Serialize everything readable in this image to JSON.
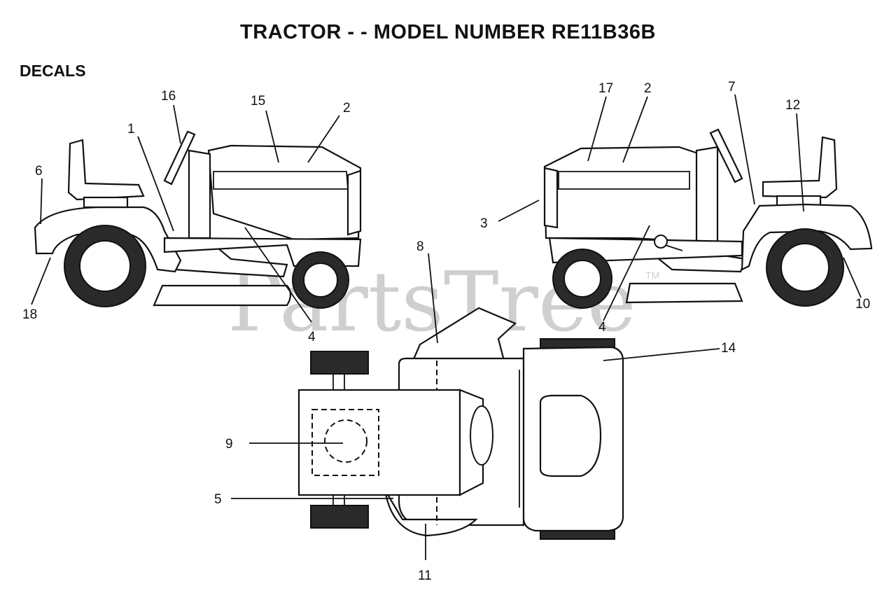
{
  "title": "TRACTOR - - MODEL NUMBER RE11B36B",
  "section": "DECALS",
  "watermark": {
    "text": "PartsTree",
    "tm": "TM"
  },
  "callouts": {
    "left": [
      "16",
      "15",
      "2",
      "1",
      "6",
      "18",
      "4"
    ],
    "right": [
      "17",
      "2",
      "7",
      "12",
      "3",
      "10",
      "4"
    ],
    "top": [
      "8",
      "14",
      "9",
      "5",
      "11"
    ]
  },
  "colors": {
    "line": "#111111",
    "tire": "#2a2a2a",
    "watermark": "#cfcfcf"
  }
}
